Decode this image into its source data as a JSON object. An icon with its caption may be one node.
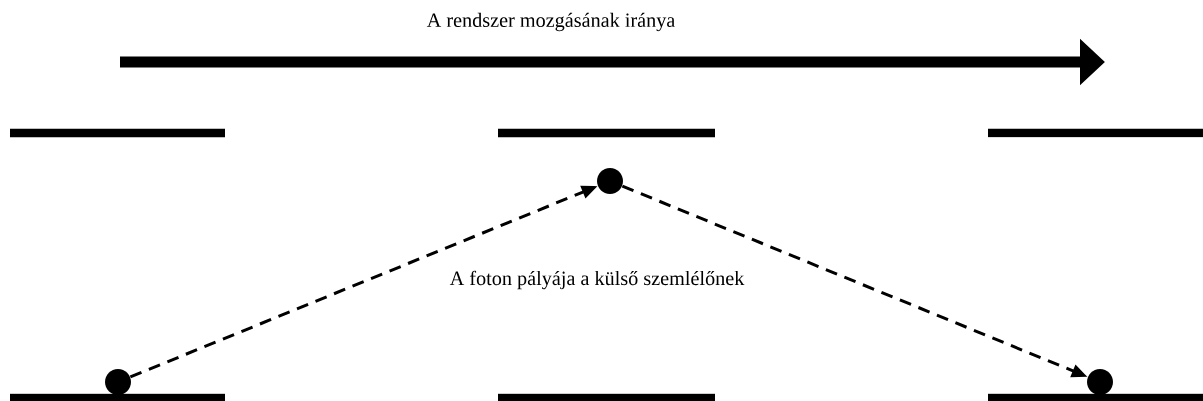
{
  "diagram": {
    "nodes": [
      {
        "text": [],
        "shape": "circle"
      },
      {
        "text": [],
        "shape": "circle"
      },
      {
        "text": [],
        "shape": "circle"
      }
    ],
    "edges": [
      {
        "from": 0,
        "to": 1,
        "arrow": "to",
        "style": "dashed"
      },
      {
        "from": 1,
        "to": 2,
        "arrow": "to",
        "style": "dashed"
      }
    ],
    "labels": [
      "A rendszer mozgásának iránya",
      "A foton pályája a külső szemlélőnek"
    ]
  }
}
